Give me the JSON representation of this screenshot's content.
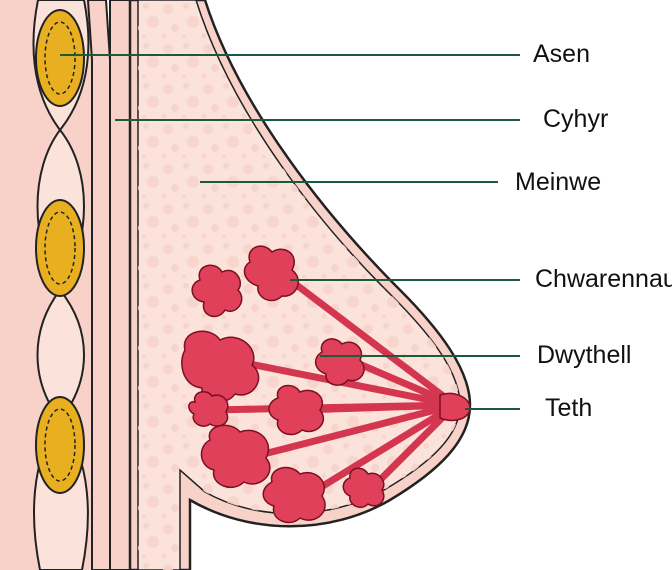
{
  "labels": {
    "asen": "Asen",
    "cyhyr": "Cyhyr",
    "meinwe": "Meinwe",
    "chwarennau": "Chwarennau",
    "dwythell": "Dwythell",
    "teth": "Teth"
  },
  "colors": {
    "skin_fill": "#f8d2c8",
    "tissue_fill": "#fbe3dc",
    "outline": "#222222",
    "rib_fill": "#e8b020",
    "gland_fill": "#e0405a",
    "leader_line": "#1a5c3a",
    "label_text": "#111111"
  }
}
